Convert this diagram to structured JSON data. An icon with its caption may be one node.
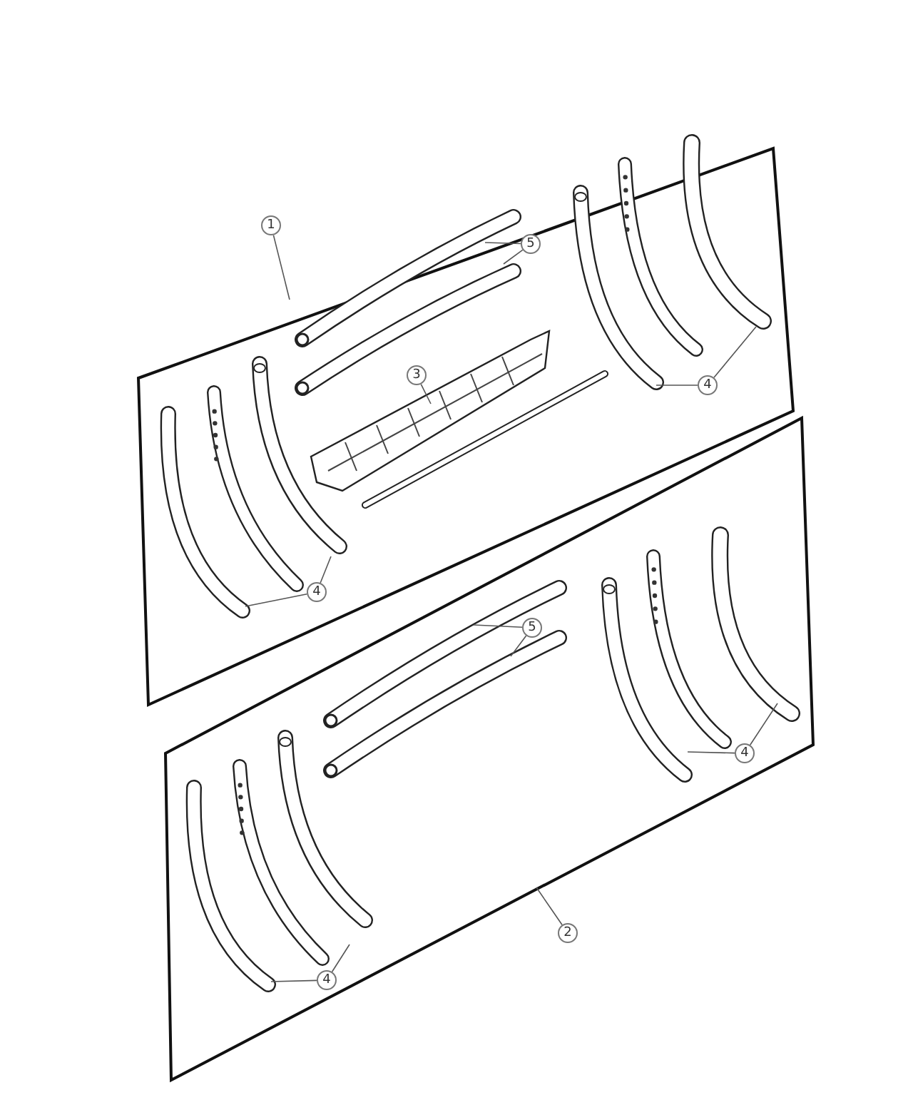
{
  "diagram": {
    "nodes": [
      {
        "text": [
          "1"
        ]
      },
      {
        "text": [
          "5"
        ]
      },
      {
        "text": [
          "3"
        ]
      },
      {
        "text": [
          "4"
        ]
      },
      {
        "text": [
          "4"
        ]
      },
      {
        "text": [
          "5"
        ]
      },
      {
        "text": [
          "4"
        ]
      },
      {
        "text": [
          "4"
        ]
      },
      {
        "text": [
          "2"
        ]
      }
    ],
    "edges": [
      {
        "from": 0,
        "to": null,
        "arrow": "none"
      },
      {
        "from": 1,
        "to": null,
        "arrow": "none"
      },
      {
        "from": 1,
        "to": null,
        "arrow": "none"
      },
      {
        "from": 2,
        "to": null,
        "arrow": "none"
      },
      {
        "from": 3,
        "to": null,
        "arrow": "none"
      },
      {
        "from": 3,
        "to": null,
        "arrow": "none"
      },
      {
        "from": 4,
        "to": null,
        "arrow": "none"
      },
      {
        "from": 4,
        "to": null,
        "arrow": "none"
      },
      {
        "from": 5,
        "to": null,
        "arrow": "none"
      },
      {
        "from": 5,
        "to": null,
        "arrow": "none"
      },
      {
        "from": 6,
        "to": null,
        "arrow": "none"
      },
      {
        "from": 6,
        "to": null,
        "arrow": "none"
      },
      {
        "from": 7,
        "to": null,
        "arrow": "none"
      },
      {
        "from": 7,
        "to": null,
        "arrow": "none"
      },
      {
        "from": 8,
        "to": null,
        "arrow": "none"
      }
    ]
  }
}
